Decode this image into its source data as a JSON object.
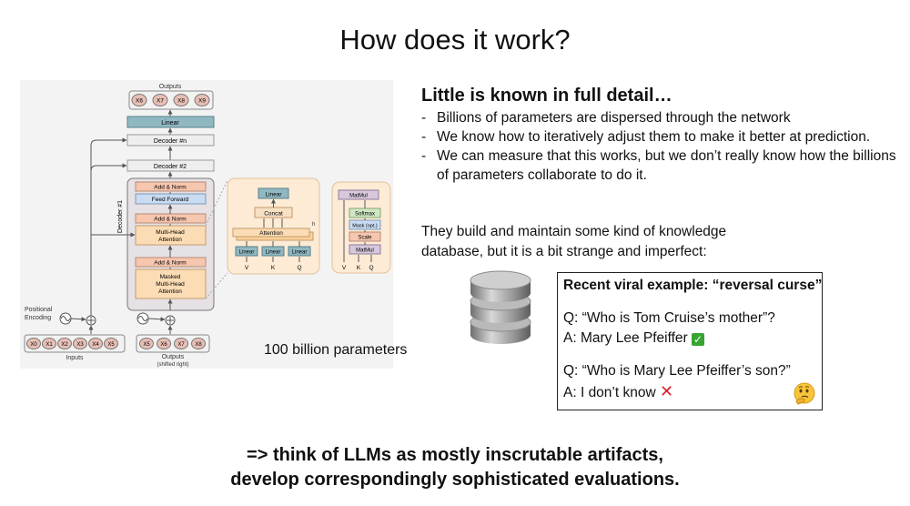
{
  "slide": {
    "title": "How does it work?"
  },
  "diagram": {
    "outputs_label": "Outputs",
    "output_tokens": [
      "X6",
      "X7",
      "X8",
      "X9"
    ],
    "linear_label": "Linear",
    "decoder_n_label": "Decoder #n",
    "decoder_2_label": "Decoder #2",
    "decoder_1_label": "Decoder #1",
    "add_norm_label": "Add & Norm",
    "feed_forward_label": "Feed Forward",
    "multi_head_label_1": "Multi-Head",
    "multi_head_label_2": "Attention",
    "masked_label_1": "Masked",
    "masked_label_2": "Multi-Head",
    "masked_label_3": "Attention",
    "positional_label_1": "Positional",
    "positional_label_2": "Encoding",
    "input_tokens": [
      "X0",
      "X1",
      "X2",
      "X3",
      "X4",
      "X5"
    ],
    "inputs_label": "Inputs",
    "shifted_tokens": [
      "X5",
      "X6",
      "X7",
      "X8"
    ],
    "shifted_label_1": "Outputs",
    "shifted_label_2": "(shifted right)",
    "attention_panel": {
      "linear": "Linear",
      "concat": "Concat",
      "attention": "Attention",
      "h": "h",
      "v": "V",
      "k": "K",
      "q": "Q"
    },
    "dot_panel": {
      "matmul_top": "MatMul",
      "softmax": "Softmax",
      "mask": "Mask (opt.)",
      "scale": "Scale",
      "matmul_bottom": "MatMul",
      "v": "V",
      "k": "K",
      "q": "Q"
    },
    "param_caption": "100 billion parameters"
  },
  "right": {
    "heading": "Little is known in full detail…",
    "bullets": [
      "Billions of parameters are dispersed through the network",
      "We know how to iteratively adjust them to make it better at prediction.",
      "We can measure that this works, but we don’t really know how the billions of parameters collaborate to do it."
    ],
    "knowledge_text": "They build and maintain some kind of knowledge database, but it is a bit strange and imperfect:"
  },
  "example": {
    "title": "Recent viral example: “reversal curse”",
    "q1": "Q: “Who is Tom Cruise’s mother”?",
    "a1": "A: Mary Lee Pfeiffer",
    "q2": "Q: “Who is Mary Lee Pfeiffer’s son?”",
    "a2": "A: I don’t know"
  },
  "bottom": {
    "line1": "=> think of LLMs as mostly inscrutable artifacts,",
    "line2": "develop correspondingly sophisticated evaluations."
  },
  "icons": {
    "check": "check-mark-icon",
    "cross": "cross-mark-icon",
    "database": "database-icon",
    "thinking": "thinking-face-icon"
  },
  "colors": {
    "add_norm": "#f7c6ae",
    "feed_forward": "#c9dcf2",
    "attention": "#fbdcb4",
    "linear": "#8fb8c2",
    "panel_bg": "#fdebd6",
    "check": "#37a52f",
    "cross": "#d81f26"
  }
}
